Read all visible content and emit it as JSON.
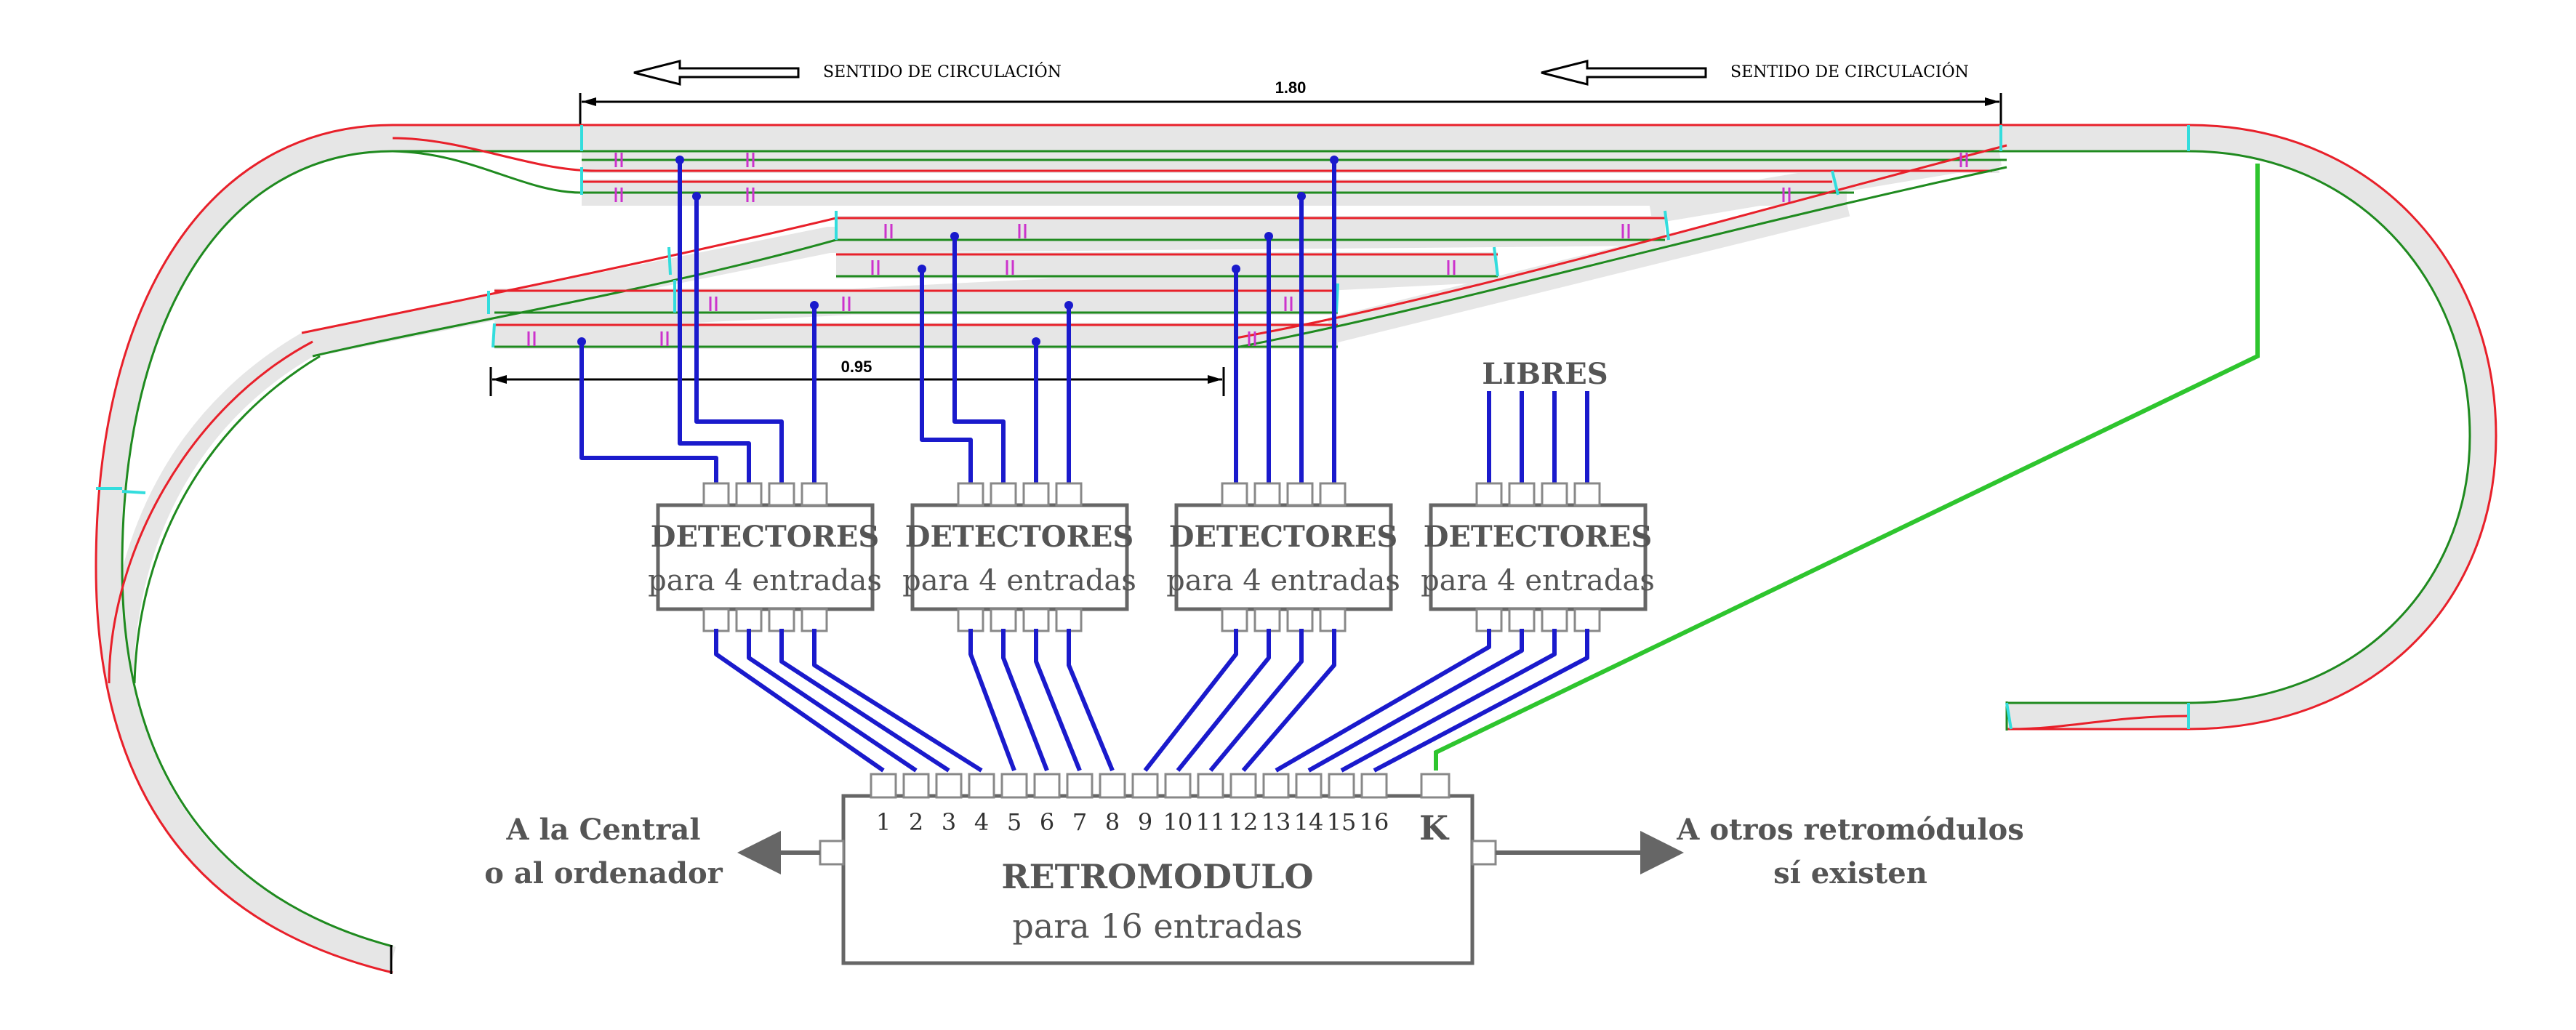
{
  "header": {
    "direction_label_left": "SENTIDO  DE  CIRCULACIÓN",
    "direction_label_right": "SENTIDO  DE  CIRCULACIÓN"
  },
  "dimensions": {
    "top_length": "1.80",
    "siding_length": "0.95"
  },
  "libres_label": "LIBRES",
  "detectors": [
    {
      "title": "DETECTORES",
      "subtitle": "para 4 entradas"
    },
    {
      "title": "DETECTORES",
      "subtitle": "para 4 entradas"
    },
    {
      "title": "DETECTORES",
      "subtitle": "para 4 entradas"
    },
    {
      "title": "DETECTORES",
      "subtitle": "para 4 entradas"
    }
  ],
  "retromodulo": {
    "title": "RETROMODULO",
    "subtitle": "para 16 entradas",
    "pins": [
      "1",
      "2",
      "3",
      "4",
      "5",
      "6",
      "7",
      "8",
      "9",
      "10",
      "11",
      "12",
      "13",
      "14",
      "15",
      "16"
    ],
    "k_label": "K"
  },
  "left_connection": {
    "line1": "A la Central",
    "line2": "o al ordenador"
  },
  "right_connection": {
    "line1": "A otros retromódulos",
    "line2": "sí existen"
  },
  "colors": {
    "track_bed": "#e6e6e6",
    "rail_red": "#e8202a",
    "rail_green": "#1f8a1f",
    "wire_blue": "#1a1acc",
    "wire_green": "#2ec52e",
    "joint_cyan": "#33dddd",
    "gap_magenta": "#cc33cc",
    "box_border": "#666666"
  }
}
